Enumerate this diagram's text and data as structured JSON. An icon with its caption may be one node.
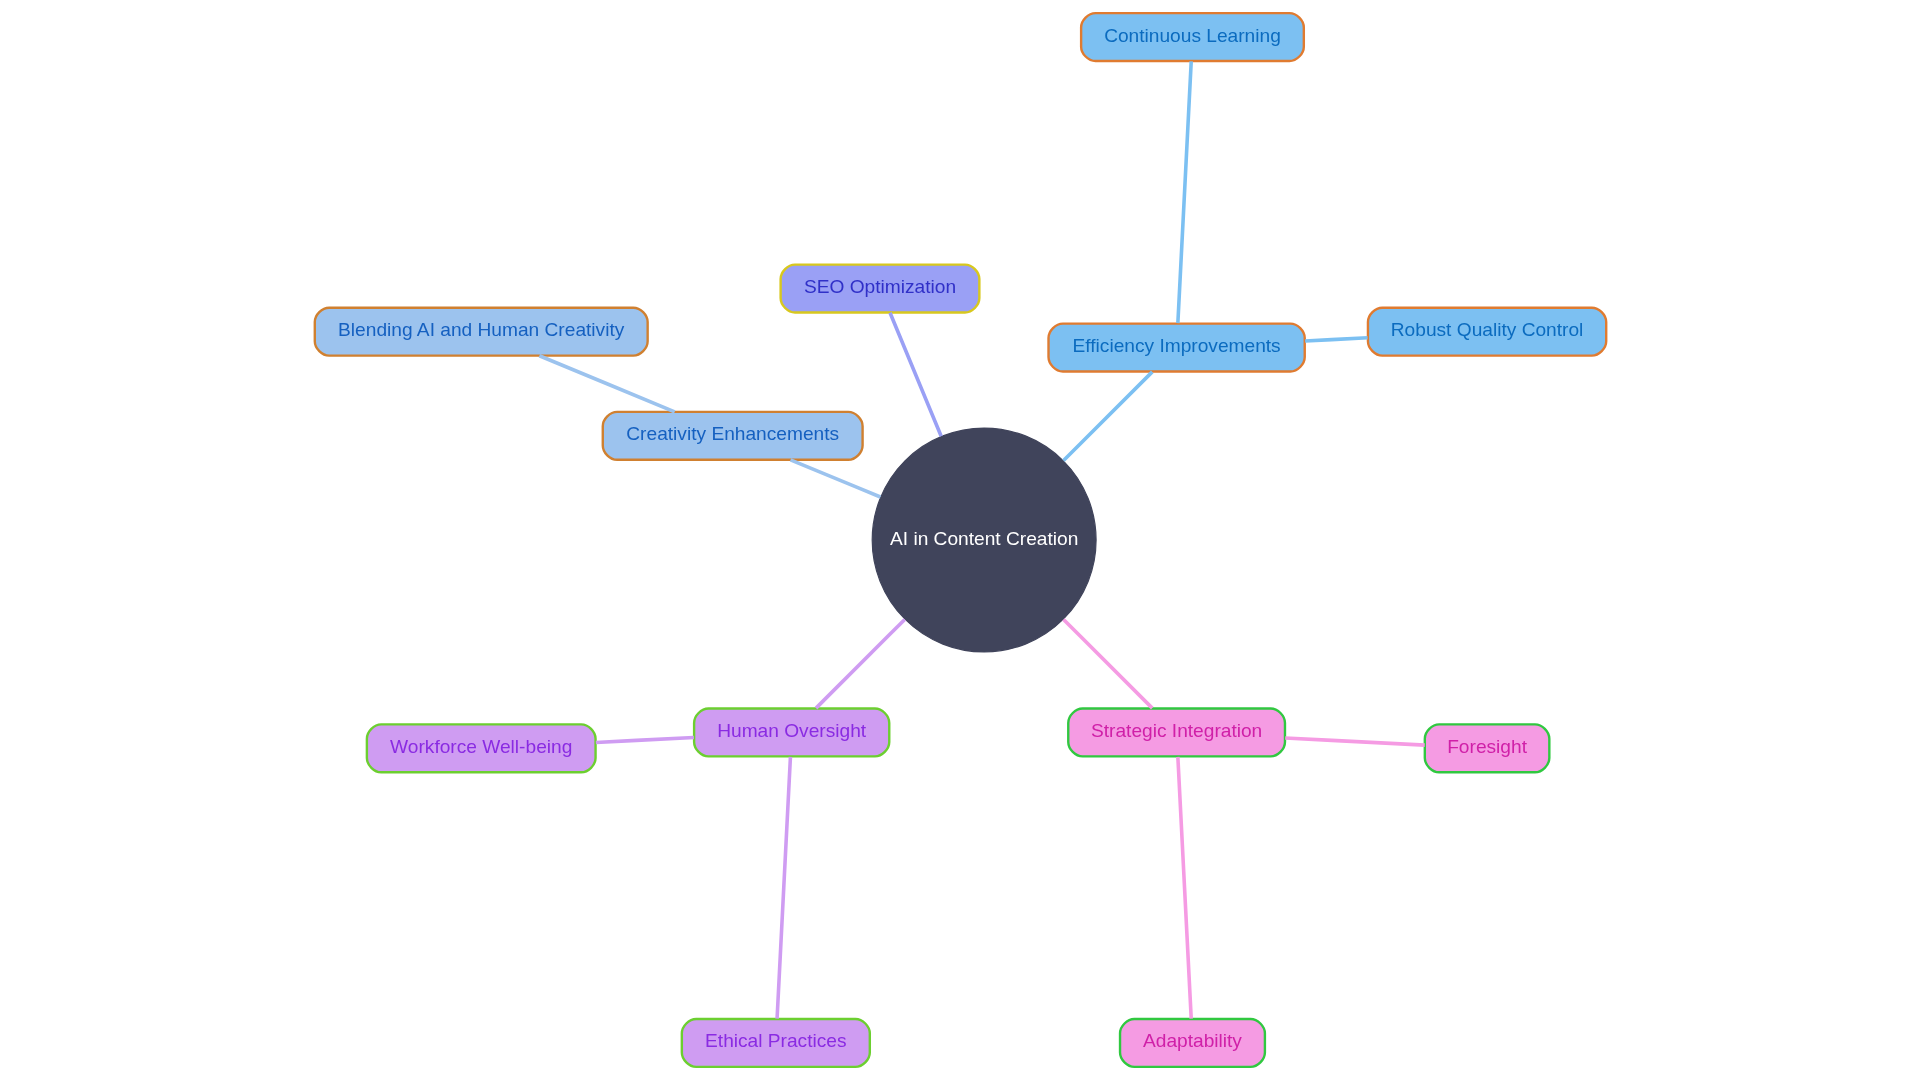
{
  "diagram": {
    "nodes": [
      {
        "text": [
          "AI in Content Creation"
        ]
      },
      {
        "text": [
          "Efficiency Improvements"
        ]
      },
      {
        "text": [
          "Robust Quality Control"
        ]
      },
      {
        "text": [
          "Continuous Learning"
        ]
      },
      {
        "text": [
          "SEO Optimization"
        ]
      },
      {
        "text": [
          "Creativity Enhancements"
        ]
      },
      {
        "text": [
          "Blending AI and Human Creativity"
        ]
      },
      {
        "text": [
          "Human Oversight"
        ]
      },
      {
        "text": [
          "Workforce Well-being"
        ]
      },
      {
        "text": [
          "Ethical Practices"
        ]
      },
      {
        "text": [
          "Strategic Integration"
        ]
      },
      {
        "text": [
          "Adaptability"
        ]
      },
      {
        "text": [
          "Foresight"
        ]
      }
    ],
    "edges": [
      {
        "from": 0,
        "to": 1,
        "arrow": "none",
        "color": "#7cc0f2"
      },
      {
        "from": 1,
        "to": 2,
        "arrow": "none",
        "color": "#7cc0f2"
      },
      {
        "from": 1,
        "to": 3,
        "arrow": "none",
        "color": "#7cc0f2"
      },
      {
        "from": 0,
        "to": 4,
        "arrow": "none",
        "color": "#9aa0f5"
      },
      {
        "from": 0,
        "to": 5,
        "arrow": "none",
        "color": "#9cc3ee"
      },
      {
        "from": 5,
        "to": 6,
        "arrow": "none",
        "color": "#9cc3ee"
      },
      {
        "from": 0,
        "to": 7,
        "arrow": "none",
        "color": "#cf9cf2"
      },
      {
        "from": 7,
        "to": 8,
        "arrow": "none",
        "color": "#cf9cf2"
      },
      {
        "from": 7,
        "to": 9,
        "arrow": "none",
        "color": "#cf9cf2"
      },
      {
        "from": 0,
        "to": 10,
        "arrow": "none",
        "color": "#f59be3"
      },
      {
        "from": 10,
        "to": 11,
        "arrow": "none",
        "color": "#f59be3"
      },
      {
        "from": 10,
        "to": 12,
        "arrow": "none",
        "color": "#f59be3"
      }
    ]
  }
}
